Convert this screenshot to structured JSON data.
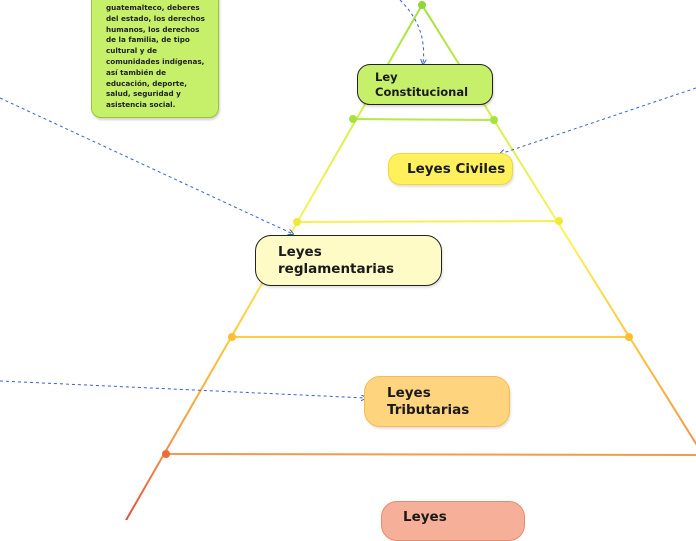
{
  "note": {
    "text": "guatemalteco, deberes\ndel estado, los derechos\nhumanos, los derechos\nde la familia, de tipo\ncultural y de\ncomunidades indígenas,\nasí también de\neducación, deporte,\nsalud, seguridad y\nasistencia social."
  },
  "nodes": {
    "constitucional": "Ley\nConstitucional",
    "civiles": "Leyes Civiles",
    "reglamentarias": "Leyes\nreglamentarias",
    "tributarias": "Leyes\nTributarias",
    "bottom": "Leyes"
  },
  "colors": {
    "green_fill": "#c6f06a",
    "green_line": "#9ee13a",
    "yellow_light_fill": "#fffbc6",
    "yellow_fill": "#fff05c",
    "orange_light_fill": "#ffd47e",
    "orange_line": "#f39a4b",
    "salmon_fill": "#f6b09a",
    "red_line": "#e2573f",
    "connector_blue": "#3660d0"
  }
}
